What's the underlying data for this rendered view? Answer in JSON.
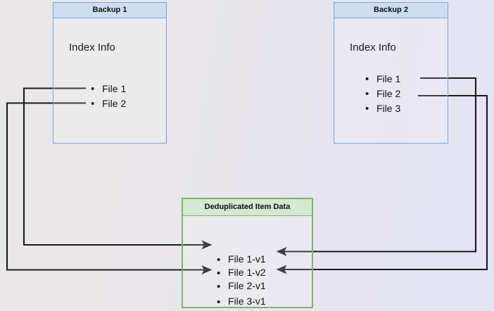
{
  "diagram": {
    "title_hidden": "",
    "background_color": "#e7e6ea",
    "nodes": [
      {
        "id": "backup1",
        "header": "Backup 1",
        "section_label": "Index Info",
        "items": [
          "File 1",
          "File 2"
        ],
        "fill": "#ccdef0",
        "stroke": "#7ea6d9"
      },
      {
        "id": "backup2",
        "header": "Backup 2",
        "section_label": "Index Info",
        "items": [
          "File 1",
          "File 2",
          "File 3"
        ],
        "fill": "#ccdef0",
        "stroke": "#7ea6d9"
      },
      {
        "id": "dedup",
        "header": "Deduplicated Item Data",
        "items": [
          "File 1-v1",
          "File 1-v2",
          "File 2-v1",
          "File 3-v1"
        ],
        "fill": "#d5e8d4",
        "stroke": "#82b366"
      }
    ],
    "connectors": [
      {
        "id": "b1-file1-to-file1v1",
        "from": "backup1.File 1",
        "to": "dedup.File 1-v1",
        "arrow": "right",
        "color": "#1a1a1a"
      },
      {
        "id": "b1-file2-to-file2v1",
        "from": "backup1.File 2",
        "to": "dedup.File 2-v1",
        "arrow": "right",
        "color": "#1a1a1a"
      },
      {
        "id": "b2-file1-to-file1v2",
        "from": "backup2.File 1",
        "to": "dedup.File 1-v2",
        "arrow": "left",
        "color": "#1a1a1a"
      },
      {
        "id": "b2-file2-to-file2v1",
        "from": "backup2.File 2",
        "to": "dedup.File 2-v1",
        "arrow": "left",
        "color": "#1a1a1a"
      }
    ]
  }
}
